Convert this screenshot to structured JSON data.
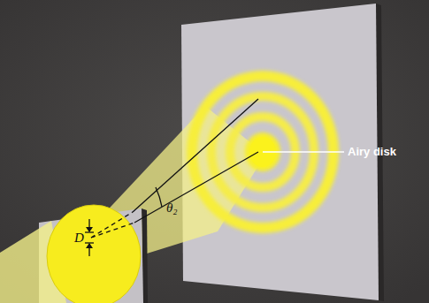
{
  "diagram": {
    "labels": [
      "D",
      "θ₂",
      "Airy disk"
    ]
  }
}
